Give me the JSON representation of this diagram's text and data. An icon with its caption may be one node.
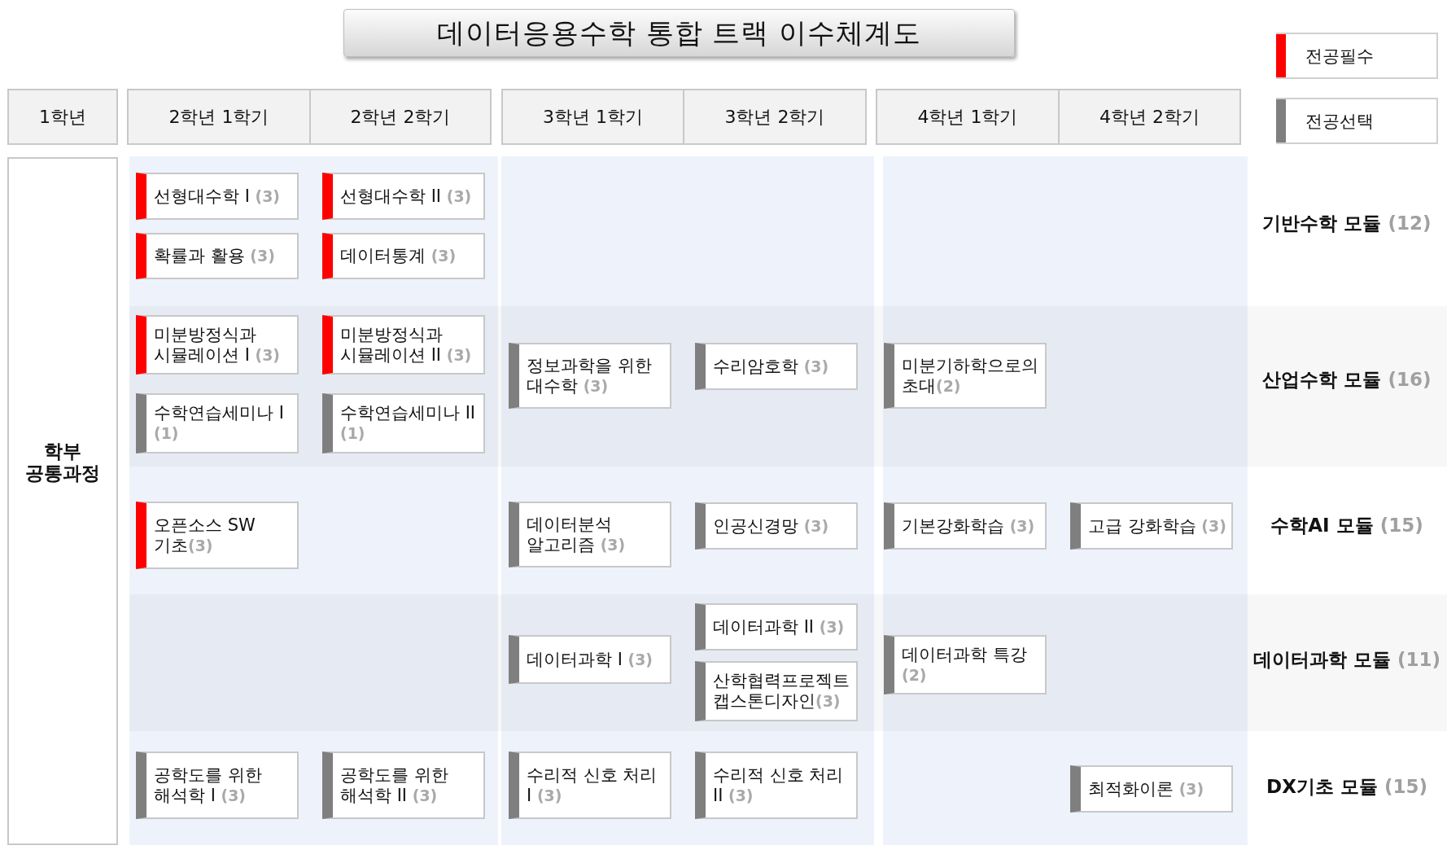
{
  "diagram": {
    "title": "데이터응용수학 통합 트랙 이수체계도",
    "nodes": [
      {
        "text": [
          "1학년"
        ]
      },
      {
        "text": [
          "2학년 1학기"
        ]
      },
      {
        "text": [
          "2학년 2학기"
        ]
      },
      {
        "text": [
          "3학년 1학기"
        ]
      },
      {
        "text": [
          "3학년 2학기"
        ]
      },
      {
        "text": [
          "4학년 1학기"
        ]
      },
      {
        "text": [
          "4학년 2학기"
        ]
      },
      {
        "text": [
          "학부 공통과정"
        ]
      },
      {
        "text": [
          "선형대수학 I **(3)**"
        ]
      },
      {
        "text": [
          "선형대수학 II **(3)**"
        ]
      },
      {
        "text": [
          "확률과 활용 **(3)**"
        ]
      },
      {
        "text": [
          "데이터통계 **(3)**"
        ]
      },
      {
        "text": [
          "미분방정식과 시뮬레이션 I **(3)**"
        ]
      },
      {
        "text": [
          "미분방정식과 시뮬레이션 II **(3)**"
        ]
      },
      {
        "text": [
          "정보과학을 위한 대수학 **(3)**"
        ]
      },
      {
        "text": [
          "수리암호학 **(3)**"
        ]
      },
      {
        "text": [
          "미분기하학으로의 초대**(2)**"
        ]
      },
      {
        "text": [
          "수학연습세미나 I **(1)**"
        ]
      },
      {
        "text": [
          "수학연습세미나 II **(1)**"
        ]
      },
      {
        "text": [
          "오픈소스 SW 기초**(3)**"
        ]
      },
      {
        "text": [
          "데이터분석 알고리즘 **(3)**"
        ]
      },
      {
        "text": [
          "인공신경망 **(3)**"
        ]
      },
      {
        "text": [
          "기본강화학습 **(3)**"
        ]
      },
      {
        "text": [
          "고급 강화학습 **(3)**"
        ]
      },
      {
        "text": [
          "데이터과학 II **(3)**"
        ]
      },
      {
        "text": [
          "데이터과학 I **(3)**"
        ]
      },
      {
        "text": [
          "데이터과학 특강 **(2)**"
        ]
      },
      {
        "text": [
          "산학협력프로젝트 캡스톤디자인**(3)**"
        ]
      },
      {
        "text": [
          "공학도를 위한 해석학 I **(3)**"
        ]
      },
      {
        "text": [
          "공학도를 위한 해석학 II **(3)**"
        ]
      },
      {
        "text": [
          "수리적 신호 처리 I **(3)**"
        ]
      },
      {
        "text": [
          "수리적 신호 처리 II **(3)**"
        ]
      },
      {
        "text": [
          "최적화이론 **(3)**"
        ]
      }
    ],
    "labels": [
      "기반수학 모듈 **(12)**",
      "산업수학 모듈 **(16)**",
      "수학AI 모듈 **(15)**",
      "데이터과학 모듈 **(11)**",
      "DX기초 모듈 **(15)**"
    ],
    "legend": [
      {
        "text": "전공필수",
        "color": "#ff0000"
      },
      {
        "text": "전공선택",
        "color": "#7f7f7f"
      }
    ]
  }
}
